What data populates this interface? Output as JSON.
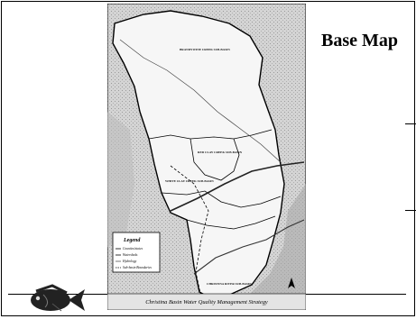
{
  "slide": {
    "title": "Base Map",
    "colors": {
      "background": "#ffffff",
      "map_bg": "#d8d8d8",
      "watershed": "#f6f6f6",
      "text": "#000000"
    }
  },
  "map": {
    "subbasins": [
      "BRANDYWINE CREEK SUB-BASIN",
      "RED CLAY CREEK SUB-BASIN",
      "WHITE CLAY CREEK SUB-BASIN",
      "CHRISTINA RIVER SUB-BASIN"
    ],
    "legend": {
      "title": "Legend",
      "items": [
        "Counties/states",
        "Watersheds",
        "Hydrology",
        "Sub-basin Boundaries"
      ]
    },
    "footer": "Christina Basin Water Quality Management Strategy"
  },
  "icons": {
    "fish": "sunfish-icon"
  }
}
